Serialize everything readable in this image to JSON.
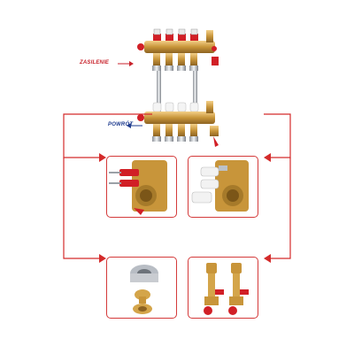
{
  "labels": {
    "supply": "ZASILENIE",
    "return": "POWRÓT"
  },
  "colors": {
    "supply_text": "#c8232c",
    "return_text": "#1f3c8f",
    "connector_line": "#d42b2b",
    "panel_border": "#d43a3a",
    "brass": "#d4a54a",
    "chrome": "#c9ccd1",
    "valve_red": "#d11f26"
  },
  "icons": [
    "manifold-image",
    "connector-arrow",
    "detail-thumbnail",
    "fitting-thumbnail",
    "air-vent-thumbnail"
  ]
}
